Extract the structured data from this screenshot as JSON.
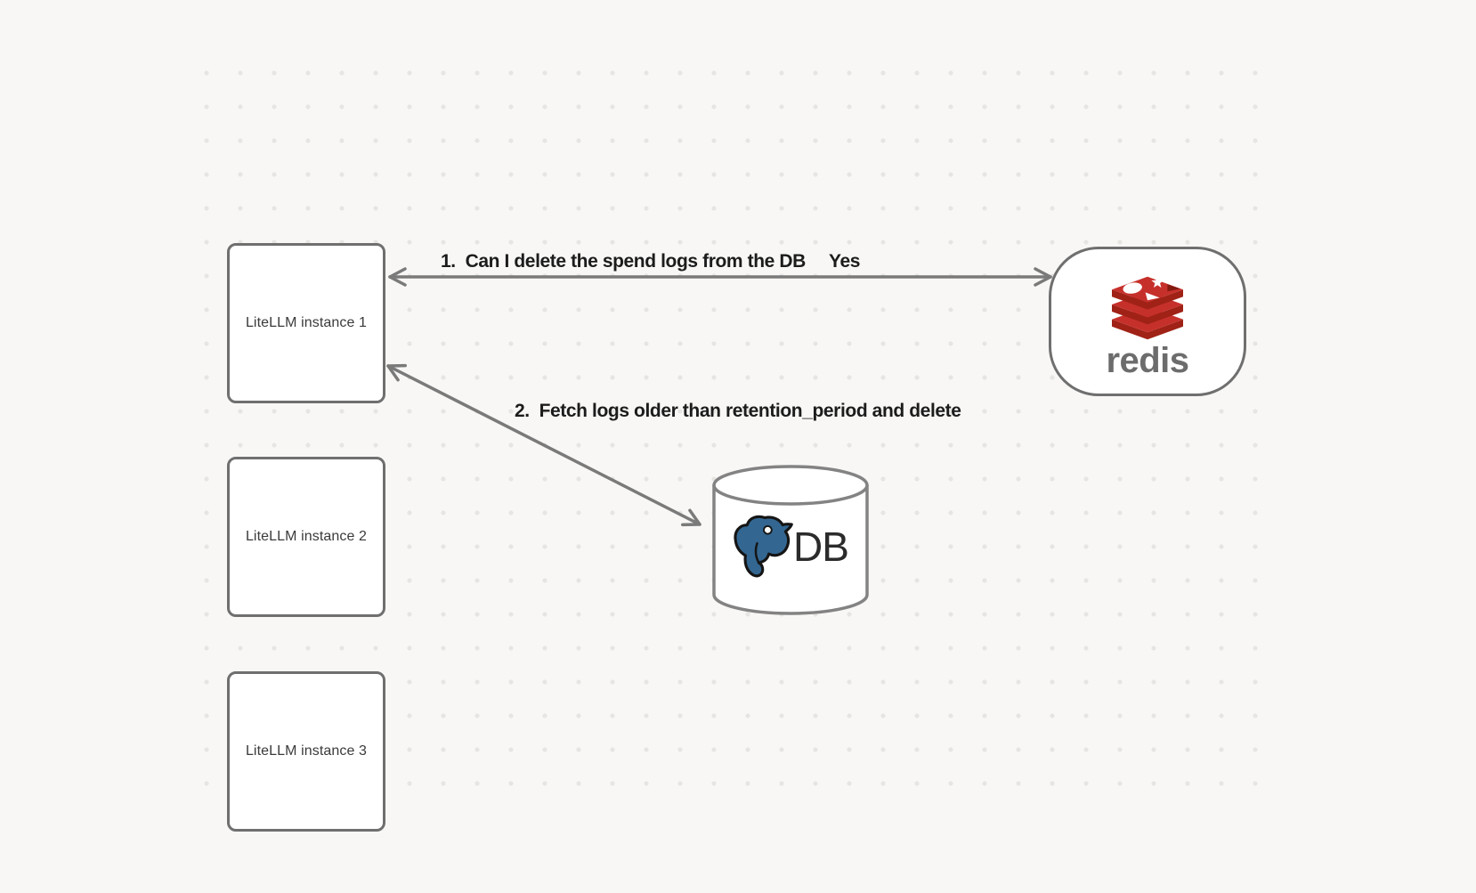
{
  "diagram": {
    "instances": [
      {
        "label": "LiteLLM instance 1"
      },
      {
        "label": "LiteLLM instance 2"
      },
      {
        "label": "LiteLLM instance 3"
      }
    ],
    "redis": {
      "wordmark": "redis"
    },
    "database": {
      "label": "DB"
    },
    "messages": {
      "question": "1.  Can I delete the spend logs from the DB",
      "answer": "Yes",
      "action": "2.  Fetch logs older than retention_period and delete"
    },
    "colors": {
      "background": "#f8f7f5",
      "dot": "#e7e5e2",
      "node_border": "#6f6f6f",
      "arrow": "#7a7a7a",
      "label_text": "#1c1c1c",
      "node_text": "#3a3a3a",
      "redis_red": "#C6302B",
      "redis_dark_red": "#A02217",
      "redis_notch_red": "#821A10",
      "redis_wordmark_gray": "#6c6c6c",
      "postgres_blue": "#336791",
      "cylinder_border": "#838383"
    }
  }
}
